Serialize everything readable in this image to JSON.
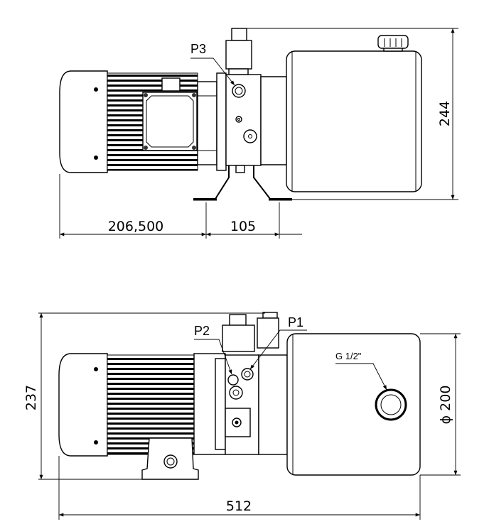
{
  "top_view": {
    "port_label": "P3",
    "dimensions": {
      "height": "244",
      "motor_offset": "206,500",
      "foot_spacing": "105"
    }
  },
  "side_view": {
    "port_labels": {
      "p1": "P1",
      "p2": "P2"
    },
    "tank_port_label": "G 1/2\"",
    "dimensions": {
      "height": "237",
      "tank_diameter": "ϕ 200",
      "overall_length": "512"
    }
  },
  "colors": {
    "line": "#000000",
    "background": "#ffffff"
  }
}
